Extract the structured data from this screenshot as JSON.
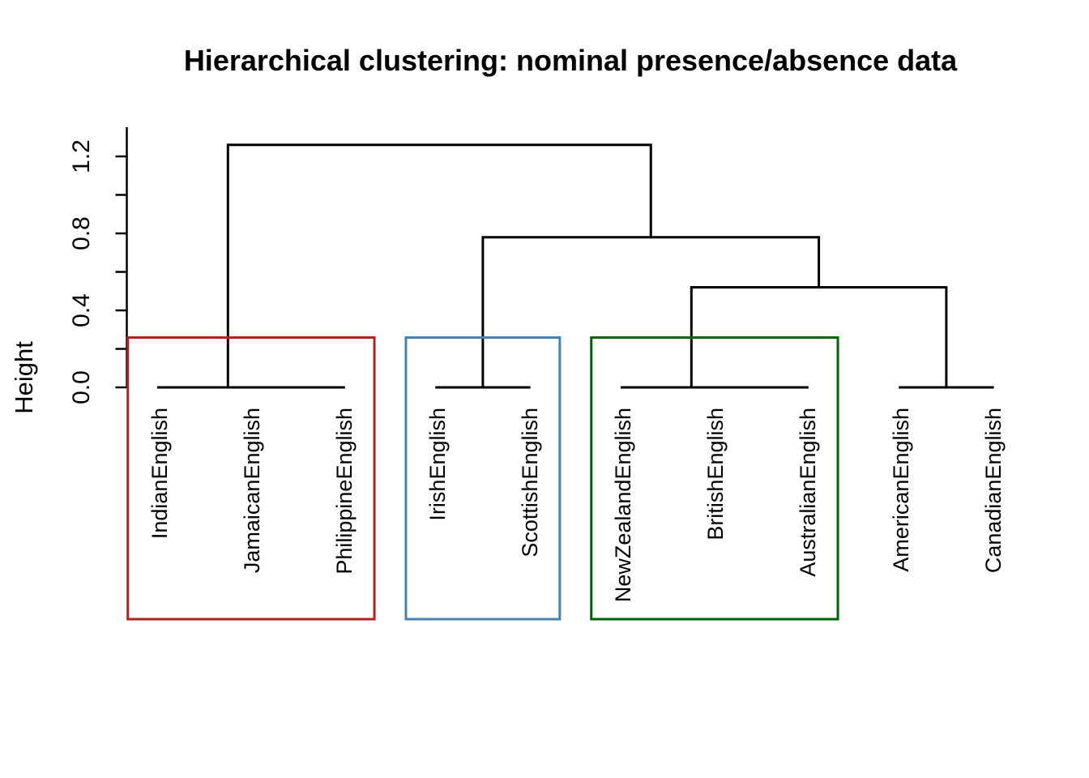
{
  "figure": {
    "title": "Hierarchical clustering: nominal presence/absence data",
    "ylabel": "Height"
  },
  "chart_data": {
    "type": "dendrogram",
    "title": "Hierarchical clustering: nominal presence/absence data",
    "ylabel": "Height",
    "ylim": [
      0,
      1.35
    ],
    "grid": false,
    "legend": "none",
    "yticks_minor": [
      0,
      0.2,
      0.4,
      0.6,
      0.8,
      1.0,
      1.2
    ],
    "yticks_labeled": [
      {
        "value": 0.0,
        "label": "0.0"
      },
      {
        "value": 0.4,
        "label": "0.4"
      },
      {
        "value": 0.8,
        "label": "0.8"
      },
      {
        "value": 1.2,
        "label": "1.2"
      }
    ],
    "leaves": [
      "IndianEnglish",
      "JamaicanEnglish",
      "PhilippineEnglish",
      "IrishEnglish",
      "ScottishEnglish",
      "NewZealandEnglish",
      "BritishEnglish",
      "AustralianEnglish",
      "AmericanEnglish",
      "CanadianEnglish"
    ],
    "merges_note": "a/b: negative = leaf index (1-based), positive = earlier merge (1-based)",
    "merges": [
      {
        "a": -2,
        "b": -3,
        "height": 0.0
      },
      {
        "a": -1,
        "b": 1,
        "height": 0.0
      },
      {
        "a": -4,
        "b": -5,
        "height": 0.0
      },
      {
        "a": -7,
        "b": -8,
        "height": 0.0
      },
      {
        "a": -6,
        "b": 4,
        "height": 0.0
      },
      {
        "a": -9,
        "b": -10,
        "height": 0.0
      },
      {
        "a": 5,
        "b": 6,
        "height": 0.52
      },
      {
        "a": 3,
        "b": 7,
        "height": 0.78
      },
      {
        "a": 2,
        "b": 8,
        "height": 1.26
      }
    ],
    "cluster_boxes": [
      {
        "members": [
          "IndianEnglish",
          "JamaicanEnglish",
          "PhilippineEnglish"
        ],
        "leaf_span": [
          1,
          3
        ],
        "color": "#b22222"
      },
      {
        "members": [
          "IrishEnglish",
          "ScottishEnglish"
        ],
        "leaf_span": [
          4,
          5
        ],
        "color": "#4682b4"
      },
      {
        "members": [
          "NewZealandEnglish",
          "BritishEnglish",
          "AustralianEnglish"
        ],
        "leaf_span": [
          6,
          8
        ],
        "color": "#006400"
      }
    ],
    "line_color": "#000000",
    "background": "#ffffff"
  }
}
